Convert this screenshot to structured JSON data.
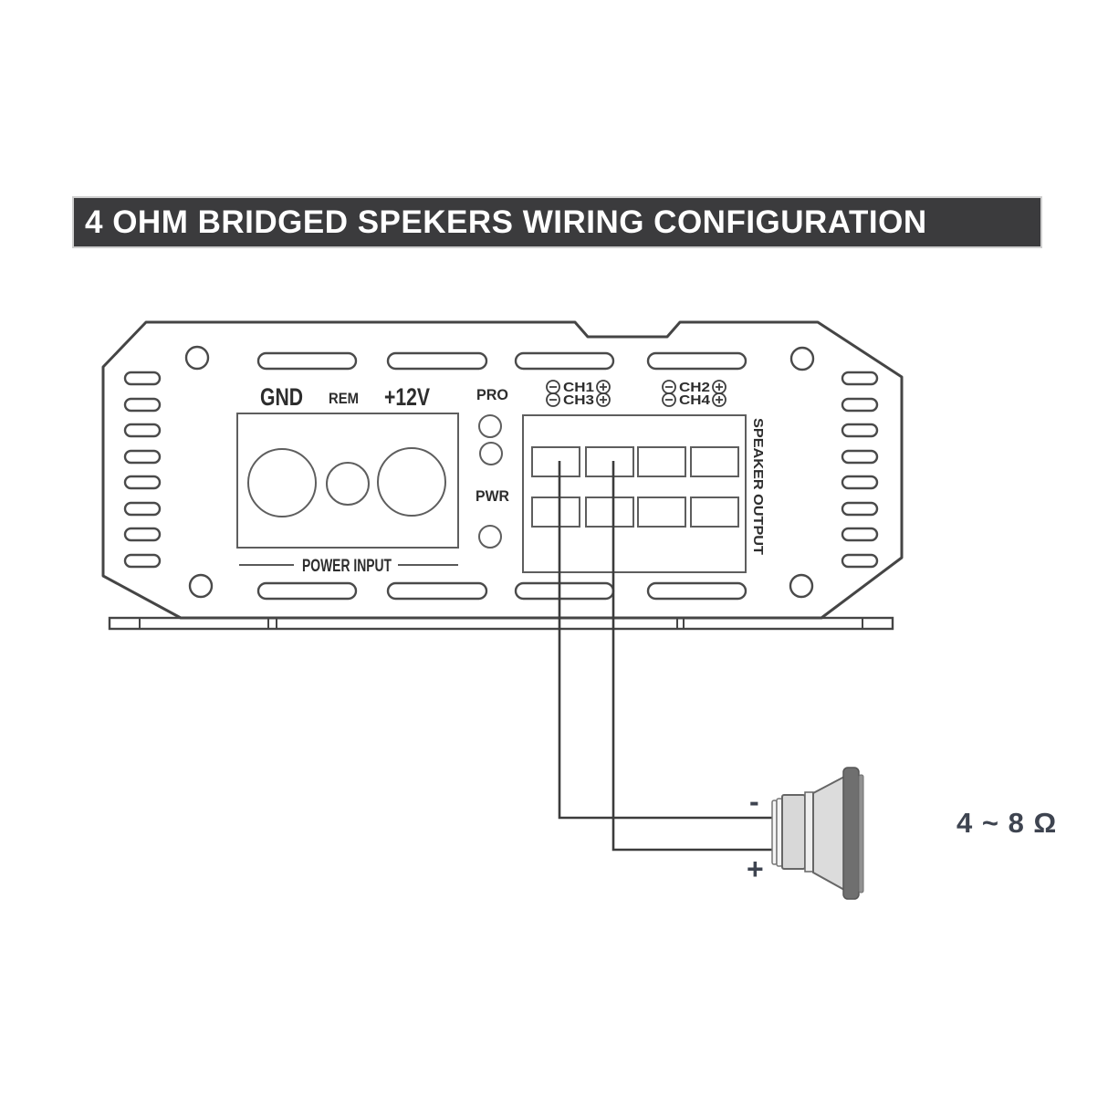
{
  "title": "4 OHM BRIDGED SPEKERS WIRING CONFIGURATION",
  "amplifier": {
    "power_input": {
      "gnd_label": "GND",
      "rem_label": "REM",
      "plus12v_label": "+12V",
      "caption": "POWER INPUT"
    },
    "indicators": {
      "pro_label": "PRO",
      "pwr_label": "PWR"
    },
    "speaker_output": {
      "caption": "SPEAKER OUTPUT",
      "ch1_label": "CH1",
      "ch2_label": "CH2",
      "ch3_label": "CH3",
      "ch4_label": "CH4"
    }
  },
  "speaker": {
    "negative_label": "-",
    "positive_label": "+",
    "impedance_label": "4 ~ 8 Ω"
  },
  "colors": {
    "title_bar_bg": "#3b3b3d",
    "title_text": "#ffffff",
    "diagram_line": "#4a4a4a",
    "wire": "#3c3c3c",
    "accent_text": "#3e4450",
    "speaker_body": "#d8d8d8",
    "speaker_flange": "#6f6f6f"
  }
}
